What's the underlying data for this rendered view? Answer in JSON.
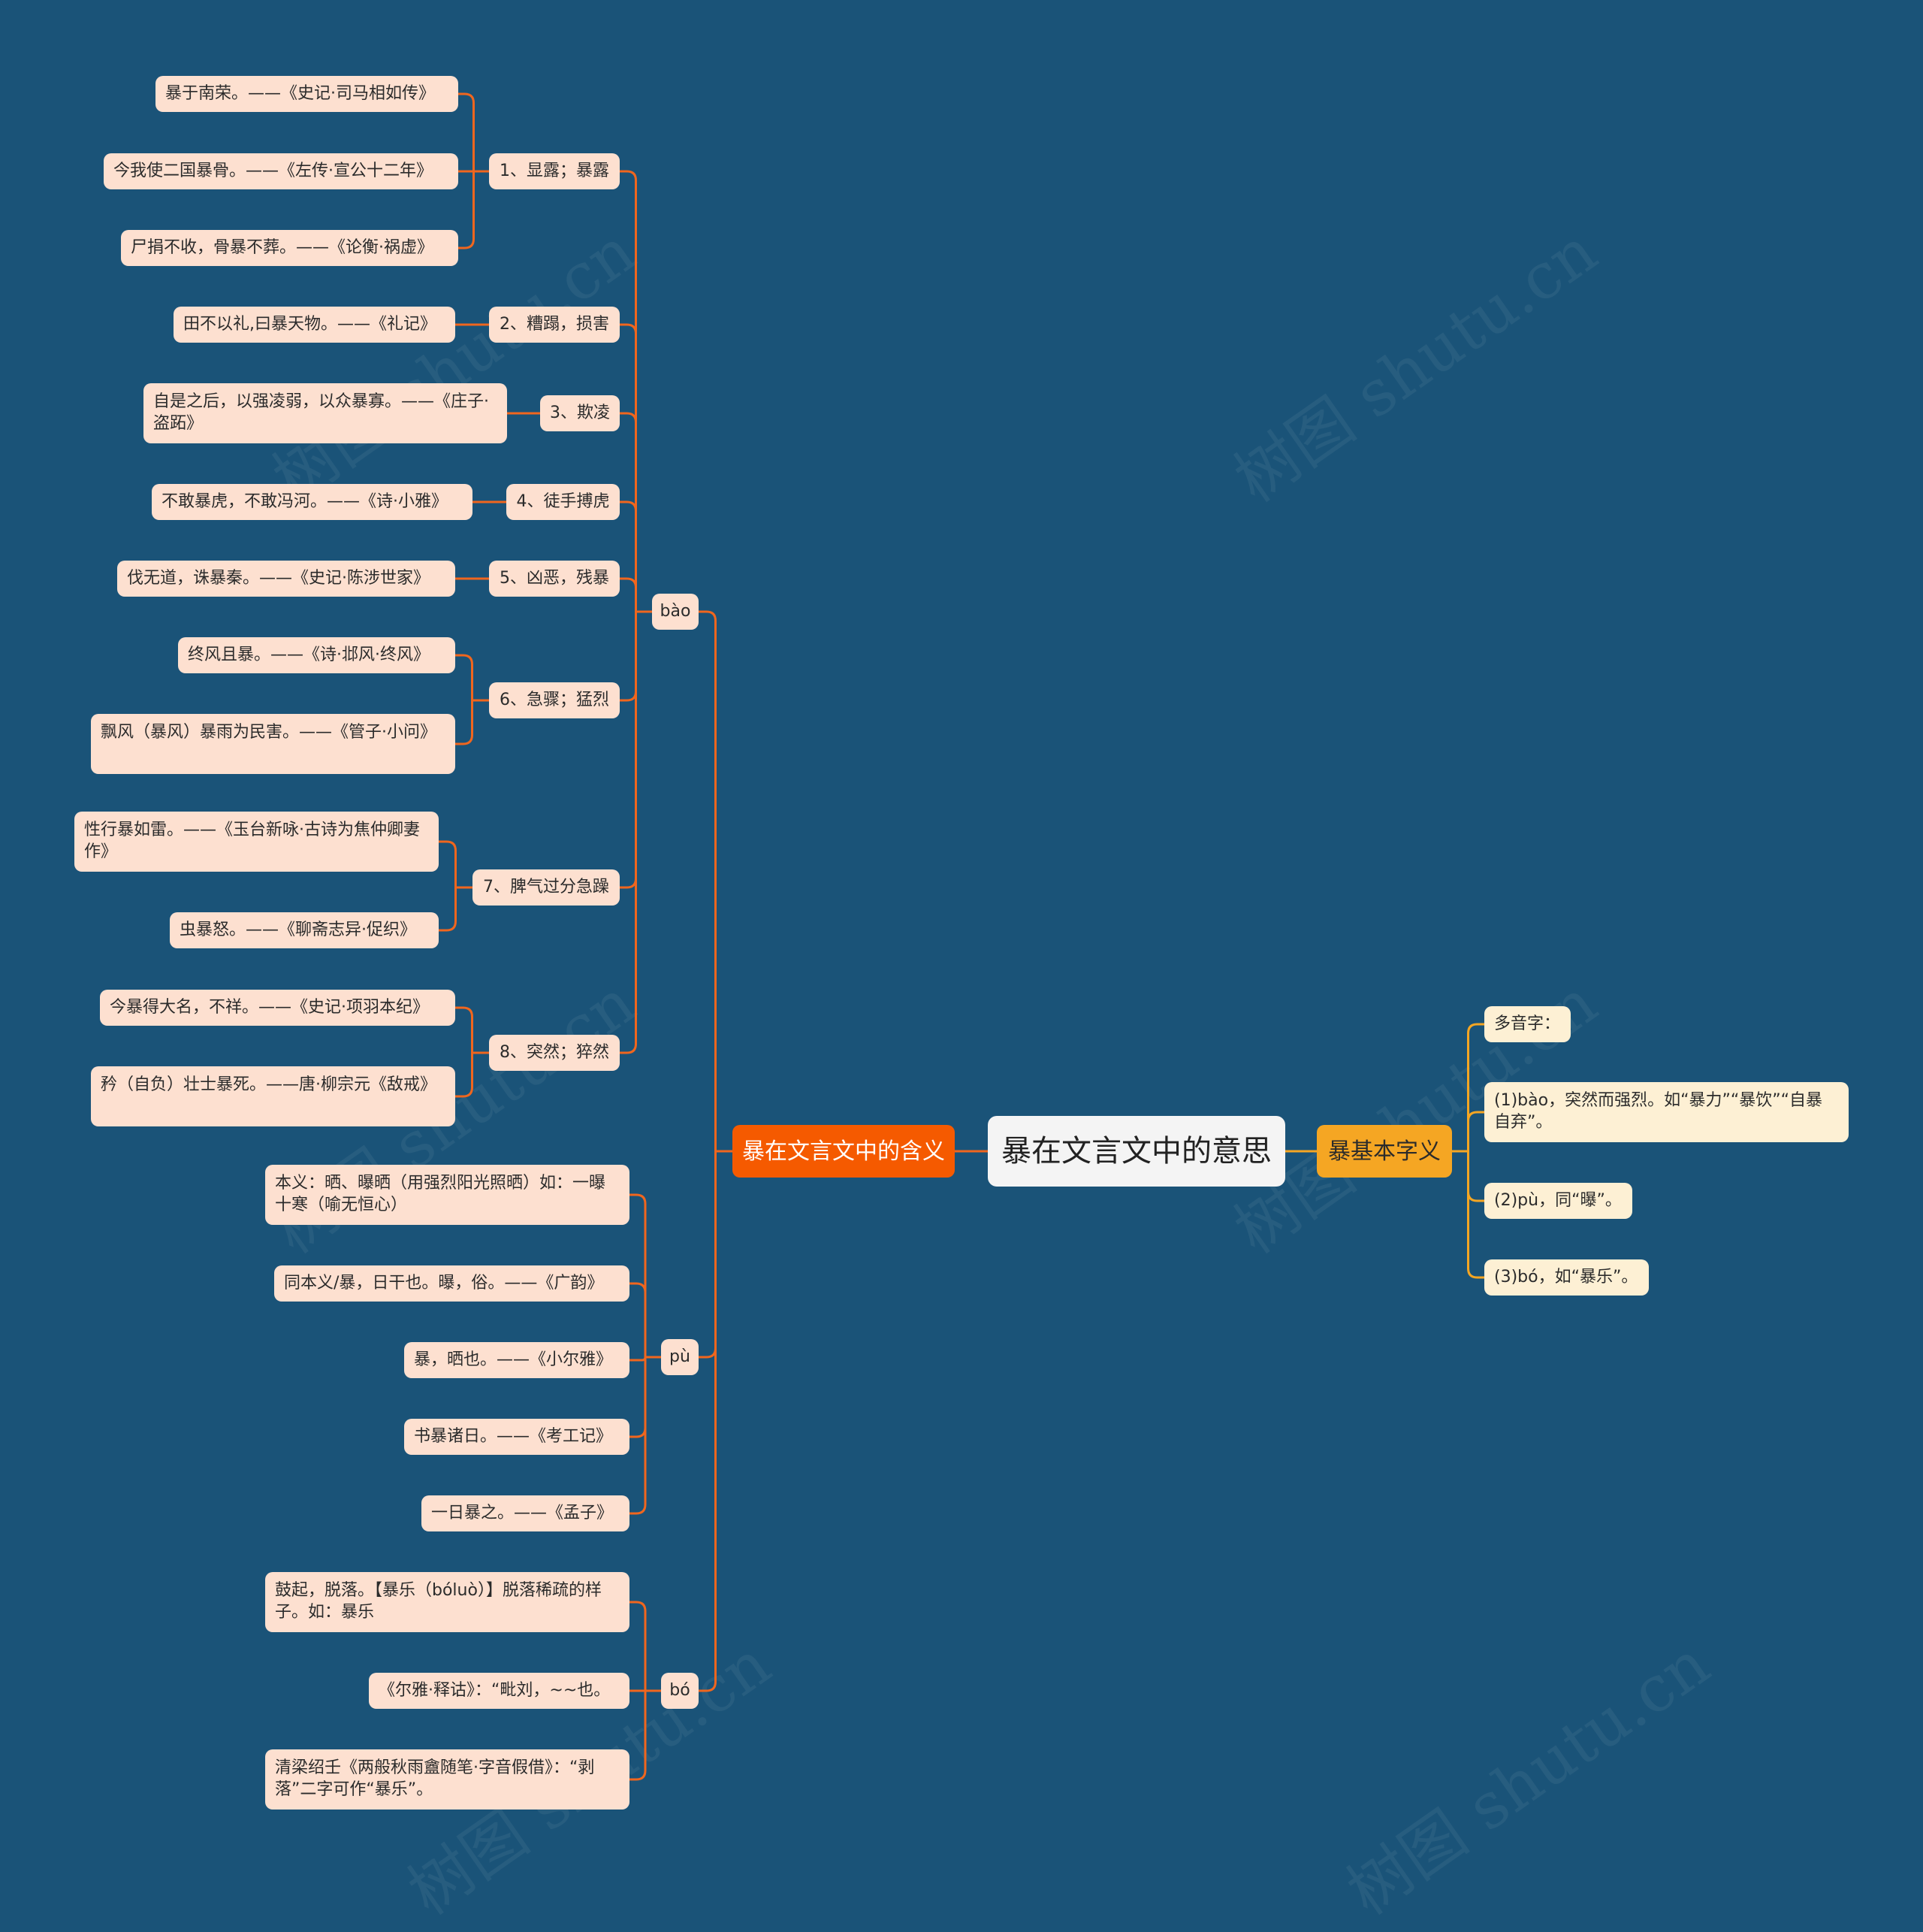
{
  "root": "暴在文言文中的意思",
  "branch_left": "暴在文言文中的含义",
  "branch_right": "暴基本字义",
  "watermark": "树图 shutu.cn",
  "colors": {
    "background": "#1a5378",
    "line_left": "#f0661e",
    "line_right": "#f5a623",
    "branch_left": "#f55a00",
    "branch_right": "#f5a623"
  },
  "bao": {
    "label": "bào",
    "senses": [
      {
        "label": "1、显露；暴露",
        "examples": [
          "暴于南荣。——《史记·司马相如传》",
          "今我使二国暴骨。——《左传·宣公十二年》",
          "尸捐不收，骨暴不葬。——《论衡·祸虚》"
        ]
      },
      {
        "label": "2、糟蹋，损害",
        "examples": [
          "田不以礼,曰暴天物。——《礼记》"
        ]
      },
      {
        "label": "3、欺凌",
        "examples": [
          "自是之后，以强凌弱，以众暴寡。——《庄子·盗跖》"
        ]
      },
      {
        "label": "4、徒手搏虎",
        "examples": [
          "不敢暴虎，不敢冯河。——《诗·小雅》"
        ]
      },
      {
        "label": "5、凶恶，残暴",
        "examples": [
          "伐无道，诛暴秦。——《史记·陈涉世家》"
        ]
      },
      {
        "label": "6、急骤；猛烈",
        "examples": [
          "终风且暴。——《诗·邶风·终风》",
          "飘风（暴风）暴雨为民害。——《管子·小问》"
        ]
      },
      {
        "label": "7、脾气过分急躁",
        "examples": [
          "性行暴如雷。——《玉台新咏·古诗为焦仲卿妻作》",
          "虫暴怒。——《聊斋志异·促织》"
        ]
      },
      {
        "label": "8、突然；猝然",
        "examples": [
          "今暴得大名，不祥。——《史记·项羽本纪》",
          "矜（自负）壮士暴死。——唐·柳宗元《敌戒》"
        ]
      }
    ]
  },
  "pu": {
    "label": "pù",
    "items": [
      "本义：晒、曝晒（用强烈阳光照晒）如：一曝十寒（喻无恒心）",
      "同本义/暴，日干也。曝，俗。——《广韵》",
      "暴，晒也。——《小尔雅》",
      "书暴诸日。——《考工记》",
      "一日暴之。——《孟子》"
    ]
  },
  "bo": {
    "label": "bó",
    "items": [
      "鼓起，脱落。【暴乐（bóluò）】脱落稀疏的样子。如：暴乐",
      "《尔雅·释诂》：“毗刘，~~也。",
      "清梁绍壬《两般秋雨盦随笔·字音假借》：“剥落”二字可作“暴乐”。"
    ]
  },
  "basic": [
    "多音字：",
    "(1)bào，突然而强烈。如“暴力”“暴饮”“自暴自弃”。",
    "(2)pù，同“曝”。",
    "(3)bó，如“暴乐”。"
  ]
}
